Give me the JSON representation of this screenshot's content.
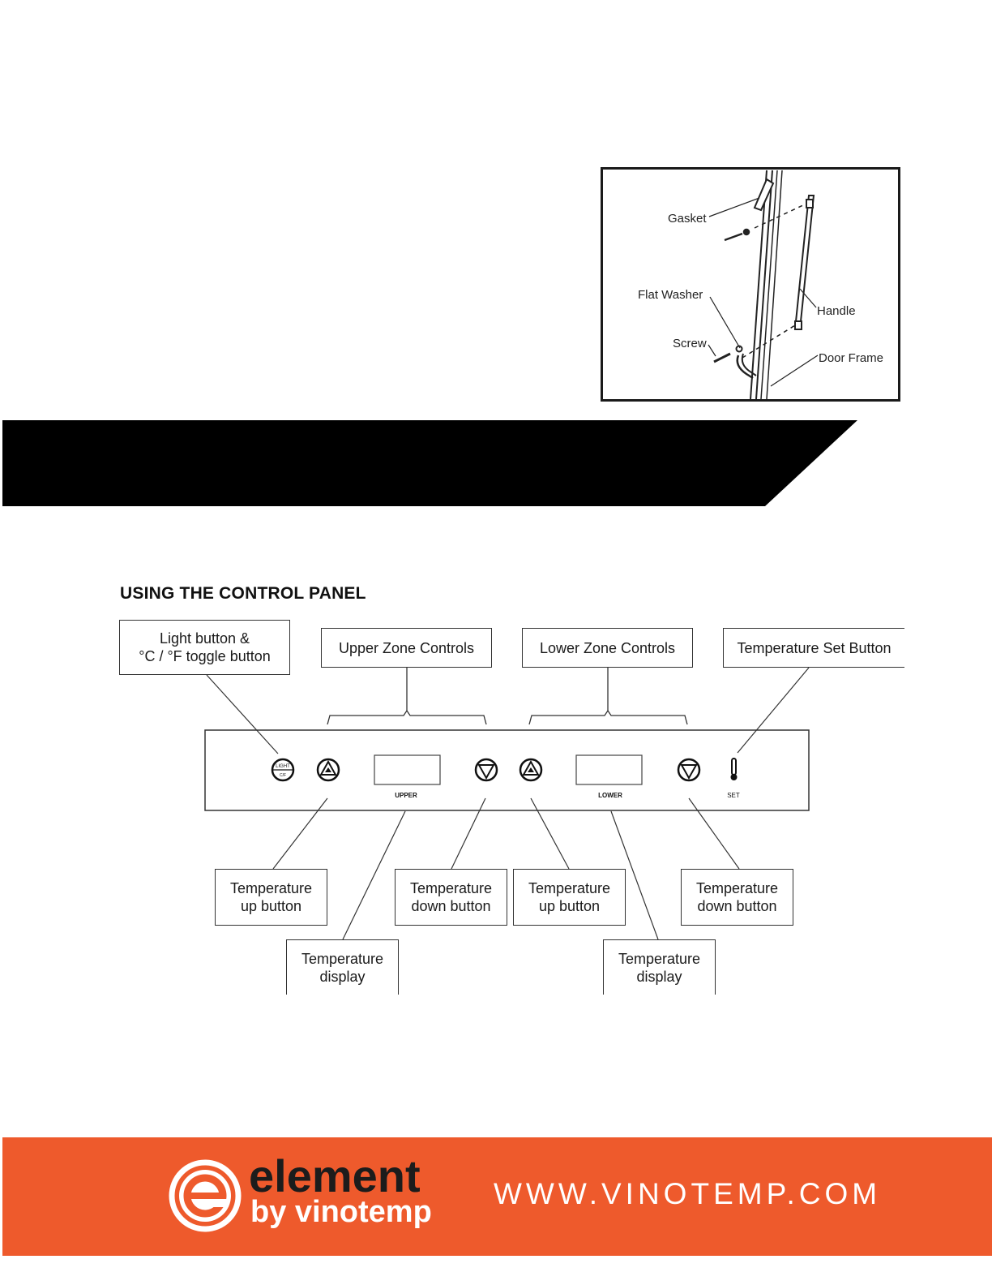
{
  "handle_diagram": {
    "labels": {
      "gasket": "Gasket",
      "flat_washer": "Flat Washer",
      "screw": "Screw",
      "handle": "Handle",
      "door_frame": "Door Frame"
    }
  },
  "section_title": "USING THE CONTROL PANEL",
  "callouts": {
    "light_button": "Light button &\n°C / °F toggle button",
    "upper_zone": "Upper Zone Controls",
    "lower_zone": "Lower Zone Controls",
    "temp_set": "Temperature Set Button",
    "upper_up": "Temperature\nup button",
    "upper_display": "Temperature\ndisplay",
    "upper_down": "Temperature\ndown button",
    "lower_up": "Temperature\nup button",
    "lower_display": "Temperature\ndisplay",
    "lower_down": "Temperature\ndown button"
  },
  "panel": {
    "light_icon_top": "LIGHT",
    "light_icon_bottom": "C/F",
    "upper_label": "UPPER",
    "lower_label": "LOWER",
    "set_label": "SET"
  },
  "footer": {
    "brand_name": "element",
    "brand_sub": "by vinotemp",
    "website": "WWW.VINOTEMP.COM",
    "colors": {
      "background": "#EE5A2C",
      "logo_dark": "#1C1C1C",
      "text": "#FFFFFF"
    }
  },
  "icons": [
    "element-logo-icon",
    "temperature-up-icon",
    "temperature-down-icon",
    "thermometer-icon",
    "light-toggle-icon"
  ]
}
